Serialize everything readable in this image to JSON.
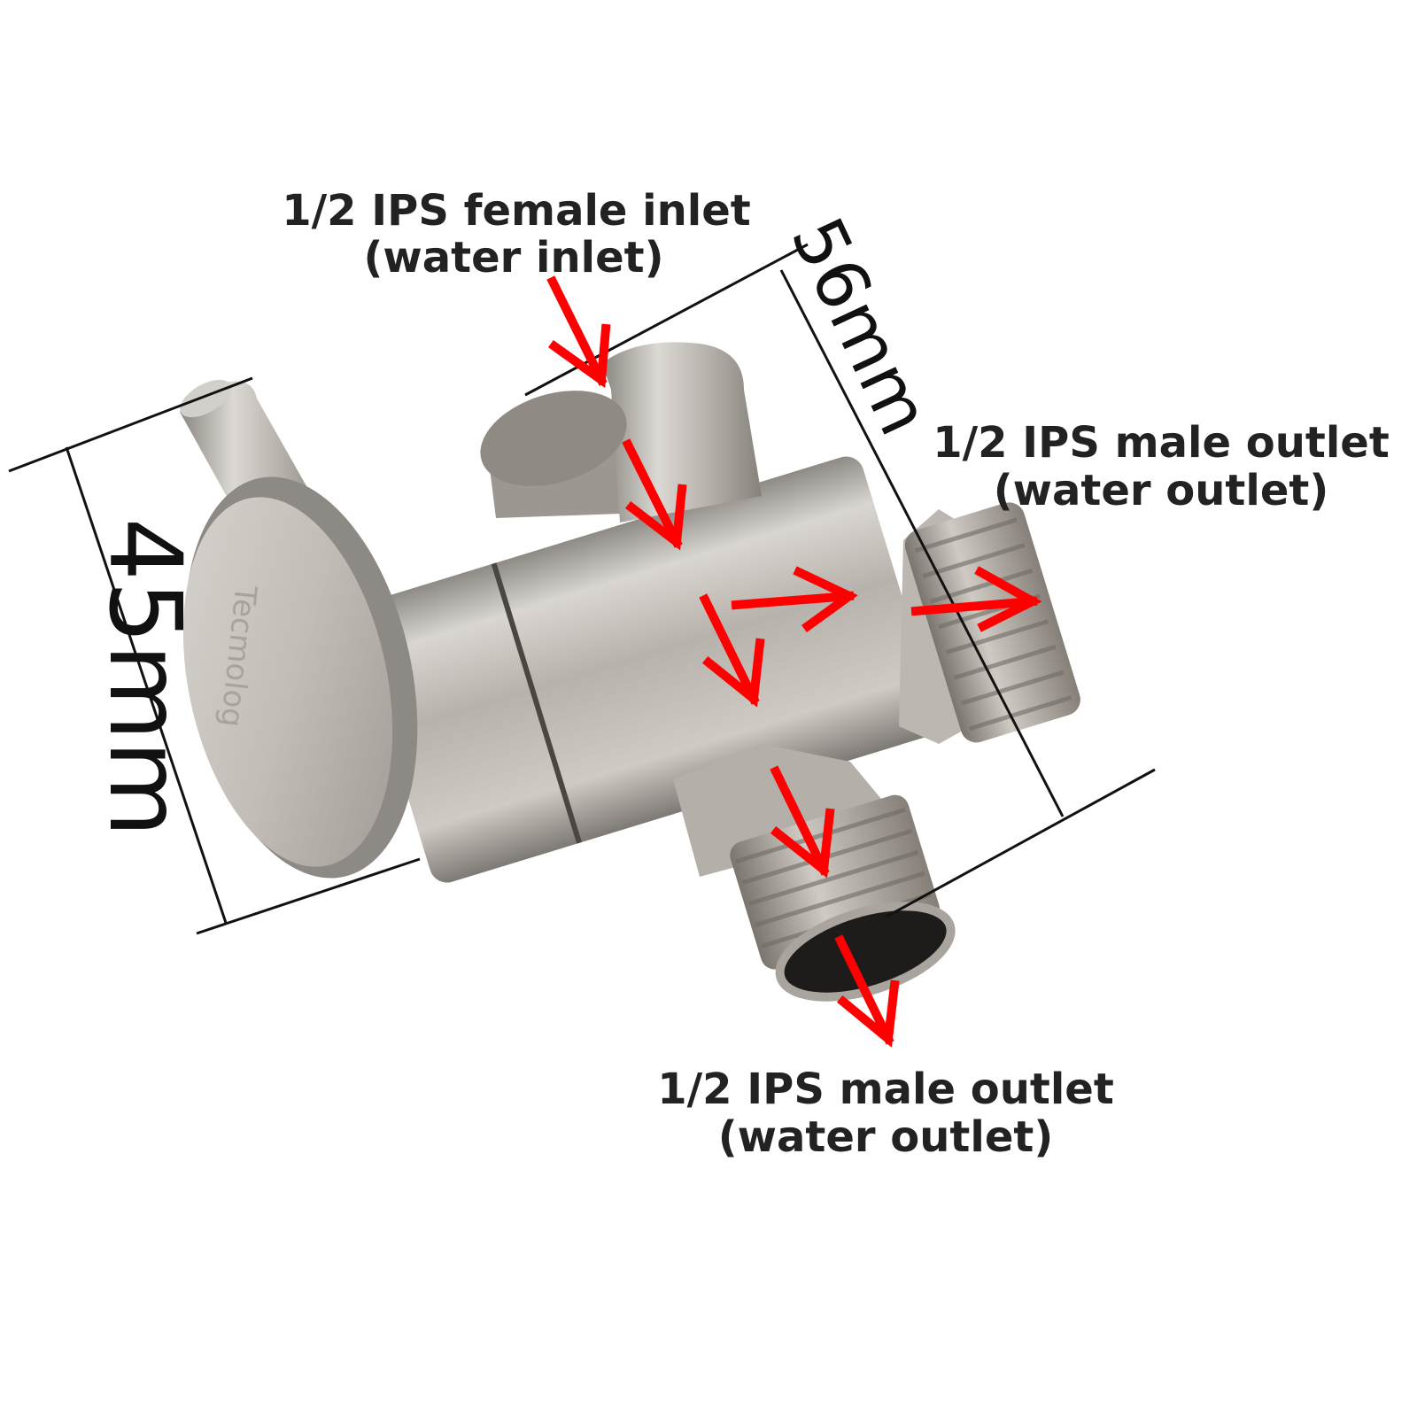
{
  "labels": {
    "inlet": {
      "line1": "1/2 IPS female inlet",
      "line2": "(water inlet)"
    },
    "side_outlet": {
      "line1": "1/2 IPS male outlet",
      "line2": "(water outlet)"
    },
    "bottom_outlet": {
      "line1": "1/2 IPS male outlet",
      "line2": "(water outlet)"
    }
  },
  "dimensions": {
    "width": "56mm",
    "height": "45mm"
  },
  "engraving": "Tecmolog",
  "colors": {
    "arrow": "#ff0000",
    "metal": "#b9b4ae",
    "dimension_line": "#111111",
    "text": "#222222"
  }
}
